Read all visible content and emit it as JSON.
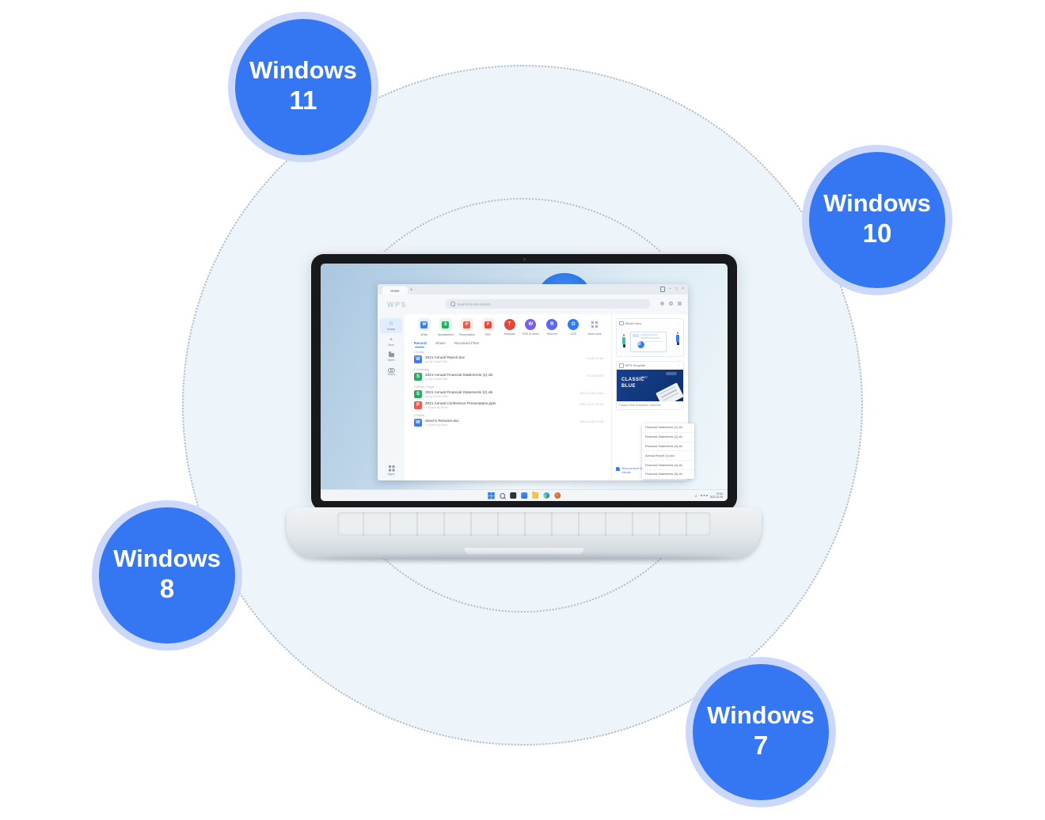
{
  "badges": [
    {
      "name": "Windows",
      "version": "11"
    },
    {
      "name": "Windows",
      "version": "10"
    },
    {
      "name": "Windows",
      "version": "8"
    },
    {
      "name": "Windows",
      "version": "7"
    }
  ],
  "colors": {
    "badge_blue": "#3577f3",
    "badge_ring": "#ccd8fb",
    "accent_blue": "#3b7cf5",
    "template_navy": "#0f2f6b"
  },
  "window": {
    "tab": "Home",
    "new_tab": "+",
    "logo": "WPS",
    "search_placeholder": "Search for documents",
    "controls": {
      "minimize": "–",
      "maximize": "□",
      "close": "×"
    },
    "sidebar": [
      {
        "label": "Home"
      },
      {
        "label": "New"
      },
      {
        "label": "Open"
      },
      {
        "label": "Team"
      },
      {
        "label": "Apps"
      }
    ],
    "apps": [
      {
        "label": "Writer",
        "glyph": "W"
      },
      {
        "label": "Spreadsheet",
        "glyph": "S"
      },
      {
        "label": "Presentation",
        "glyph": "P"
      },
      {
        "label": "PDF",
        "glyph": "P"
      },
      {
        "label": "Template",
        "glyph": "T"
      },
      {
        "label": "PDF to Word",
        "glyph": "W"
      },
      {
        "label": "Resume",
        "glyph": "R"
      },
      {
        "label": "OCR",
        "glyph": "O"
      },
      {
        "label": "More tools"
      }
    ],
    "tabs": [
      {
        "label": "Recent"
      },
      {
        "label": "Share"
      },
      {
        "label": "Received Files"
      }
    ],
    "file_groups": [
      {
        "label": "Today",
        "files": [
          {
            "name": "2021 Annual Report.doc",
            "source": "My Cloud Files",
            "time": "01-06 20:44",
            "glyph": "W"
          }
        ]
      },
      {
        "label": "Yesterday",
        "files": [
          {
            "name": "2021 Annual Financial Statements (1).xls",
            "source": "My Cloud Files",
            "time": "01-05 20:26",
            "glyph": "S"
          }
        ]
      },
      {
        "label": "Within 7 days",
        "files": [
          {
            "name": "2021 Annual Financial Statements (2).xls",
            "source": "My Cloud Files",
            "time": "2021-12-28 19:44",
            "glyph": "S"
          },
          {
            "name": "2021 Annual Conference Presentation.pptx",
            "source": "Share by Steve",
            "time": "2021-12-27 21:44",
            "glyph": "P"
          }
        ]
      },
      {
        "label": "Earlier",
        "files": [
          {
            "name": "Steve's Resume.doc",
            "source": "Share by Steve",
            "time": "2021-12-26 19:35",
            "glyph": "W"
          }
        ]
      }
    ],
    "right_panel": {
      "whats_new_title": "What's New",
      "menu": "···",
      "template_title": "WPS Template",
      "template_line1": "CLASSIC",
      "template_line2": "BLUE",
      "template_caption": "Classic blue templates collection",
      "recommend": "Recommend WPS Office 2021 to friends"
    },
    "popup_files": [
      {
        "name": "Financial Statements (1).xls"
      },
      {
        "name": "Financial Statements (2).xls"
      },
      {
        "name": "Financial Statements (3).xls"
      },
      {
        "name": "Annual Report (1).doc"
      },
      {
        "name": "Financial Statements (4).xls"
      },
      {
        "name": "Financial Statements (5).xls"
      }
    ]
  },
  "taskbar": {
    "time": "20:44",
    "date": "2022-01-06"
  }
}
